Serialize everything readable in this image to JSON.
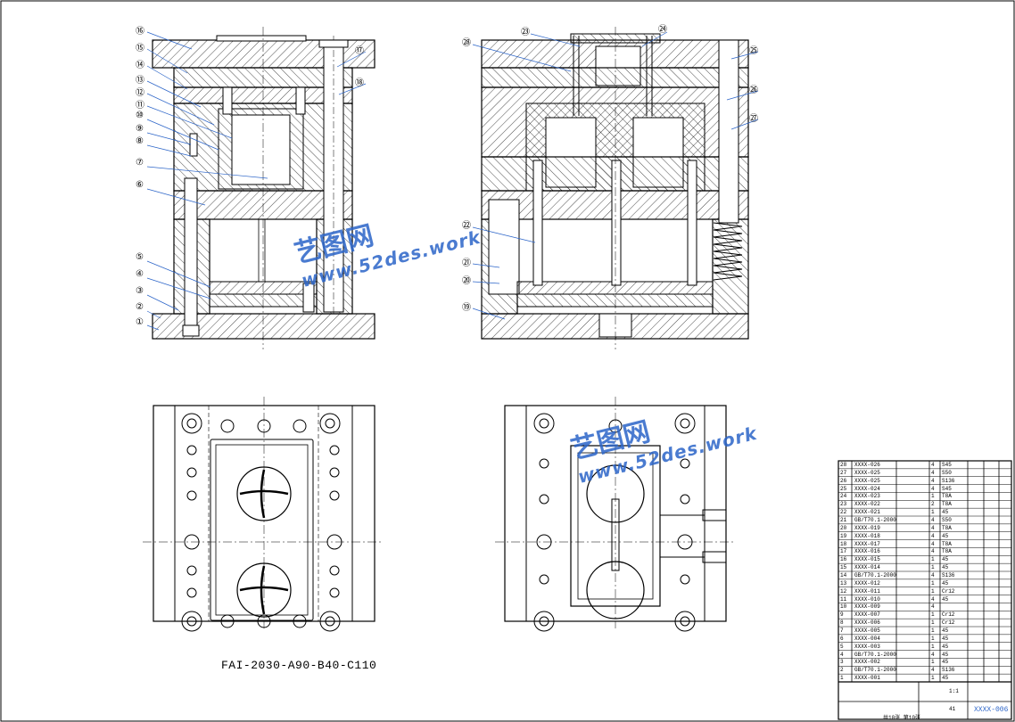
{
  "drawing": {
    "model_code": "FAI-2030-A90-B40-C110",
    "drawing_no": "XXXX-006",
    "sheet_info": "共10张 第10张",
    "scale_value": "1:1",
    "weight_value": "41"
  },
  "watermarks": [
    {
      "text_cn": "艺图网",
      "url": "www.52des.work"
    },
    {
      "text_cn": "艺图网",
      "url": "www.52des.work"
    }
  ],
  "callouts_left": [
    "①",
    "②",
    "③",
    "④",
    "⑤",
    "⑥",
    "⑦",
    "⑧",
    "⑨",
    "⑩",
    "⑪",
    "⑫",
    "⑬",
    "⑭",
    "⑮",
    "⑯",
    "⑰",
    "⑱"
  ],
  "callouts_right": [
    "⑲",
    "⑳",
    "㉑",
    "㉒",
    "㉓",
    "㉔",
    "㉕",
    "㉖",
    "㉗",
    "㉘"
  ],
  "bom_rows": [
    {
      "no": "28",
      "code": "XXXX-026",
      "qty": "4",
      "mat": "S45"
    },
    {
      "no": "27",
      "code": "XXXX-025",
      "qty": "4",
      "mat": "S50"
    },
    {
      "no": "26",
      "code": "XXXX-025",
      "qty": "4",
      "mat": "S136"
    },
    {
      "no": "25",
      "code": "XXXX-024",
      "qty": "4",
      "mat": "S45"
    },
    {
      "no": "24",
      "code": "XXXX-023",
      "qty": "1",
      "mat": "T8A"
    },
    {
      "no": "23",
      "code": "XXXX-022",
      "qty": "2",
      "mat": "T8A"
    },
    {
      "no": "22",
      "code": "XXXX-021",
      "qty": "1",
      "mat": "45"
    },
    {
      "no": "21",
      "code": "GB/T70.1-2000",
      "qty": "4",
      "mat": "S50"
    },
    {
      "no": "20",
      "code": "XXXX-019",
      "qty": "4",
      "mat": "T8A"
    },
    {
      "no": "19",
      "code": "XXXX-018",
      "qty": "4",
      "mat": "45"
    },
    {
      "no": "18",
      "code": "XXXX-017",
      "qty": "4",
      "mat": "T8A"
    },
    {
      "no": "17",
      "code": "XXXX-016",
      "qty": "4",
      "mat": "T8A"
    },
    {
      "no": "16",
      "code": "XXXX-015",
      "qty": "1",
      "mat": "45"
    },
    {
      "no": "15",
      "code": "XXXX-014",
      "qty": "1",
      "mat": "45"
    },
    {
      "no": "14",
      "code": "GB/T70.1-2000",
      "qty": "4",
      "mat": "S136"
    },
    {
      "no": "13",
      "code": "XXXX-012",
      "qty": "1",
      "mat": "45"
    },
    {
      "no": "12",
      "code": "XXXX-011",
      "qty": "1",
      "mat": "Cr12"
    },
    {
      "no": "11",
      "code": "XXXX-010",
      "qty": "4",
      "mat": "45"
    },
    {
      "no": "10",
      "code": "XXXX-009",
      "qty": "4",
      "mat": ""
    },
    {
      "no": "9",
      "code": "XXXX-007",
      "qty": "1",
      "mat": "Cr12"
    },
    {
      "no": "8",
      "code": "XXXX-006",
      "qty": "1",
      "mat": "Cr12"
    },
    {
      "no": "7",
      "code": "XXXX-005",
      "qty": "1",
      "mat": "45"
    },
    {
      "no": "6",
      "code": "XXXX-004",
      "qty": "1",
      "mat": "45"
    },
    {
      "no": "5",
      "code": "XXXX-003",
      "qty": "1",
      "mat": "45"
    },
    {
      "no": "4",
      "code": "GB/T70.1-2000",
      "qty": "4",
      "mat": "45"
    },
    {
      "no": "3",
      "code": "XXXX-002",
      "qty": "1",
      "mat": "45"
    },
    {
      "no": "2",
      "code": "GB/T70.1-2000",
      "qty": "4",
      "mat": "S136"
    },
    {
      "no": "1",
      "code": "XXXX-001",
      "qty": "1",
      "mat": "45"
    }
  ]
}
